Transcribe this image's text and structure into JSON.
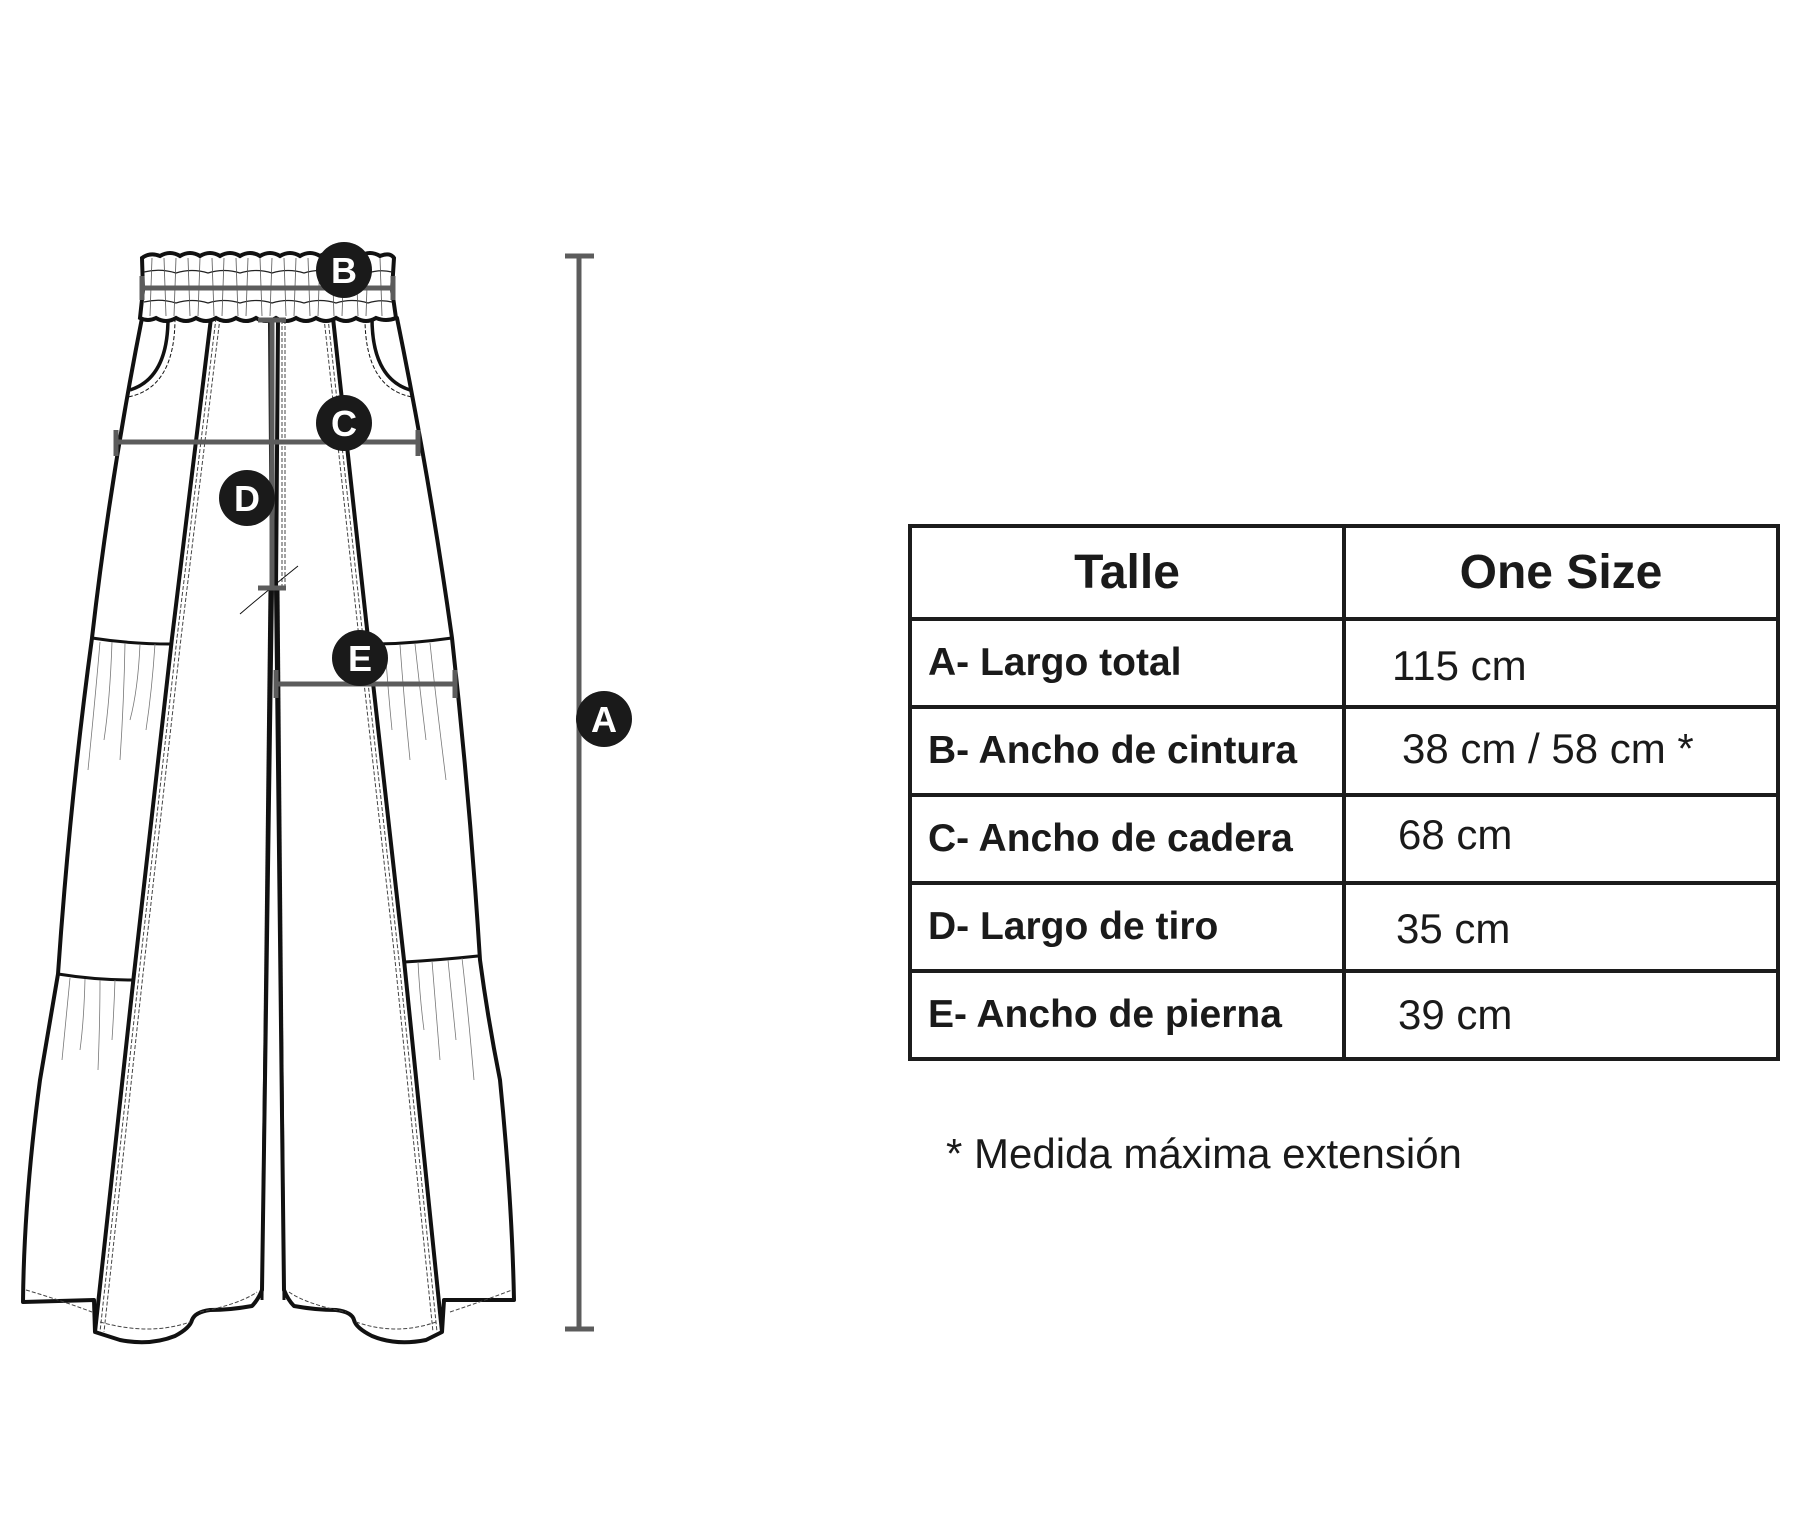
{
  "diagram": {
    "type": "garment-measurement-flat-sketch",
    "garment": "wide-leg tiered trousers with elastic smocked waistband",
    "markers": [
      {
        "id": "A",
        "label": "A",
        "measures": "Largo total"
      },
      {
        "id": "B",
        "label": "B",
        "measures": "Ancho de cintura"
      },
      {
        "id": "C",
        "label": "C",
        "measures": "Ancho de cadera"
      },
      {
        "id": "D",
        "label": "D",
        "measures": "Largo de tiro"
      },
      {
        "id": "E",
        "label": "E",
        "measures": "Ancho de pierna"
      }
    ],
    "colors": {
      "outline": "#111111",
      "measure_line": "#5c5c5c",
      "marker_fill": "#1a1a1a",
      "marker_text": "#ffffff"
    }
  },
  "table": {
    "header": {
      "col1": "Talle",
      "col2": "One Size"
    },
    "rows": [
      {
        "label": "A- Largo total",
        "value": "115 cm"
      },
      {
        "label": "B- Ancho de cintura",
        "value": "38 cm / 58 cm *"
      },
      {
        "label": "C- Ancho de cadera",
        "value": "68 cm"
      },
      {
        "label": "D- Largo de tiro",
        "value": "35 cm"
      },
      {
        "label": "E- Ancho de pierna",
        "value": "39 cm"
      }
    ]
  },
  "footnote": "* Medida máxima extensión"
}
